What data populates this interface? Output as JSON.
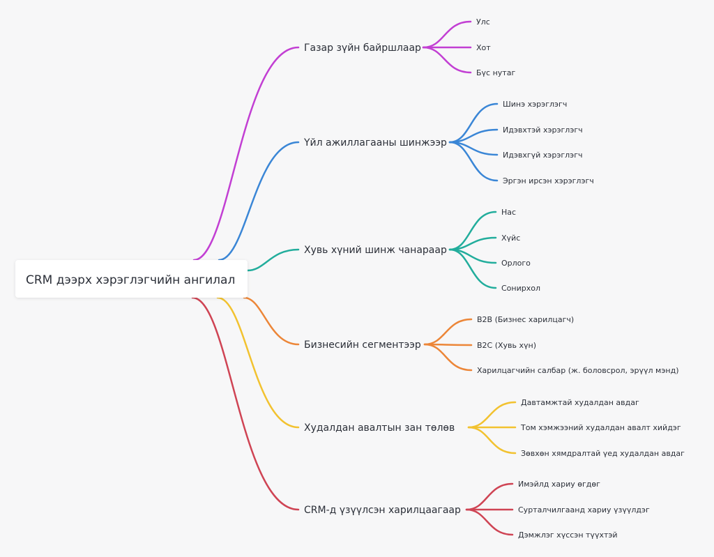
{
  "mindmap": {
    "root": {
      "label": "CRM дээрх хэрэглэгчийн ангилал"
    },
    "branches": [
      {
        "label": "Газар зүйн байршлаар",
        "color": "#c23fd3",
        "leaves": [
          "Улс",
          "Хот",
          "Бүс нутаг"
        ]
      },
      {
        "label": "Үйл ажиллагааны шинжээр",
        "color": "#3a86d6",
        "leaves": [
          "Шинэ хэрэглэгч",
          "Идэвхтэй хэрэглэгч",
          "Идэвхгүй хэрэглэгч",
          "Эргэн ирсэн хэрэглэгч"
        ]
      },
      {
        "label": "Хувь хүний шинж чанараар",
        "color": "#22ad9c",
        "leaves": [
          "Нас",
          "Хүйс",
          "Орлого",
          "Сонирхол"
        ]
      },
      {
        "label": "Бизнесийн сегментээр",
        "color": "#ec8638",
        "leaves": [
          "B2B (Бизнес харилцагч)",
          "B2C (Хувь хүн)",
          "Харилцагчийн салбар (ж. боловсрол, эрүүл мэнд)"
        ]
      },
      {
        "label": "Худалдан авалтын зан төлөв",
        "color": "#f2c230",
        "leaves": [
          "Давтамжтай худалдан авдаг",
          "Том хэмжээний худалдан авалт хийдэг",
          "Зөвхөн хямдралтай үед худалдан авдаг"
        ]
      },
      {
        "label": "CRM-д үзүүлсэн харилцаагаар",
        "color": "#cf4454",
        "leaves": [
          "Имэйлд хариу өгдөг",
          "Сурталчилгаанд хариу үзүүлдэг",
          "Дэмжлэг хүссэн түүхтэй"
        ]
      }
    ]
  }
}
